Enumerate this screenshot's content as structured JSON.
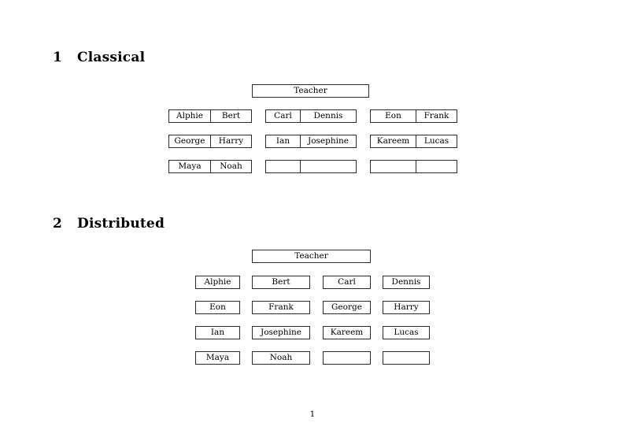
{
  "document": {
    "page_number": "1",
    "ink_color": "#000000",
    "border_color": "#2b2b2b",
    "background_color": "#ffffff"
  },
  "sections": [
    {
      "number": "1",
      "title": "Classical",
      "teacher_label": "Teacher",
      "groups": [
        {
          "rows": [
            [
              "Alphie",
              "Bert"
            ],
            [
              "George",
              "Harry"
            ],
            [
              "Maya",
              "Noah"
            ]
          ]
        },
        {
          "rows": [
            [
              "Carl",
              "Dennis"
            ],
            [
              "Ian",
              "Josephine"
            ],
            [
              "",
              ""
            ]
          ]
        },
        {
          "rows": [
            [
              "Eon",
              "Frank"
            ],
            [
              "Kareem",
              "Lucas"
            ],
            [
              "",
              ""
            ]
          ]
        }
      ]
    },
    {
      "number": "2",
      "title": "Distributed",
      "teacher_label": "Teacher",
      "rows": [
        [
          "Alphie",
          "Bert",
          "Carl",
          "Dennis"
        ],
        [
          "Eon",
          "Frank",
          "George",
          "Harry"
        ],
        [
          "Ian",
          "Josephine",
          "Kareem",
          "Lucas"
        ],
        [
          "Maya",
          "Noah",
          "",
          ""
        ]
      ]
    }
  ]
}
